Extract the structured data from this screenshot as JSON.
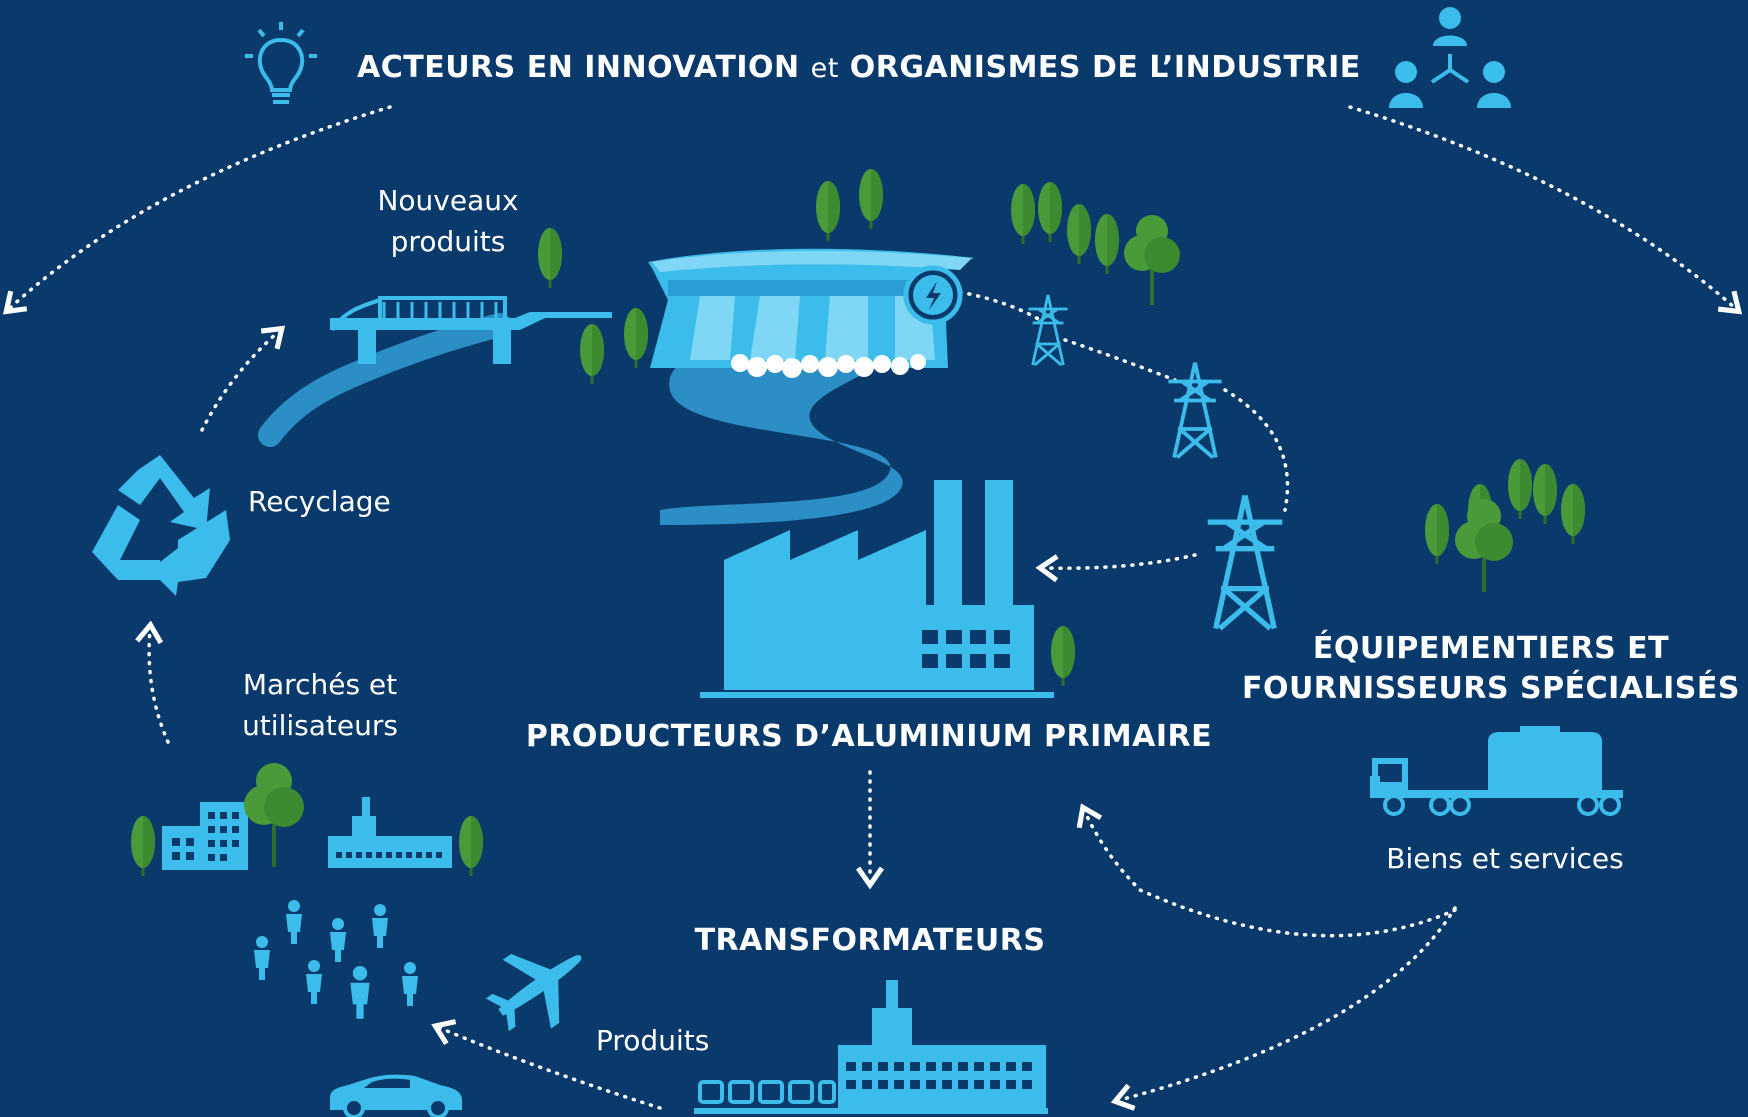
{
  "header": {
    "part1": "ACTEURS EN INNOVATION",
    "connector": "et",
    "part2": "ORGANISMES DE L’INDUSTRIE"
  },
  "labels": {
    "nouveaux_produits_line1": "Nouveaux",
    "nouveaux_produits_line2": "produits",
    "recyclage": "Recyclage",
    "marches_line1": "Marchés et",
    "marches_line2": "utilisateurs",
    "producteurs": "PRODUCTEURS D’ALUMINIUM PRIMAIRE",
    "equipementiers_line1": "ÉQUIPEMENTIERS ET",
    "equipementiers_line2": "FOURNISSEURS SPÉCIALISÉS",
    "biens_services": "Biens et services",
    "transformateurs": "TRANSFORMATEURS",
    "produits": "Produits"
  },
  "icons": [
    "lightbulb-icon",
    "network-people-icon",
    "bridge-icon",
    "dam-icon",
    "electricity-icon",
    "power-pylon-icon",
    "factory-icon",
    "recycle-icon",
    "buildings-icon",
    "people-icon",
    "airplane-icon",
    "car-icon",
    "truck-icon",
    "processing-plant-icon",
    "tree-icon"
  ],
  "colors": {
    "background": "#0a3a6b",
    "icon_blue": "#3bbcea",
    "river_blue": "#2b8fc6",
    "tree_green": "#4a9a3a",
    "text": "#ffffff"
  }
}
